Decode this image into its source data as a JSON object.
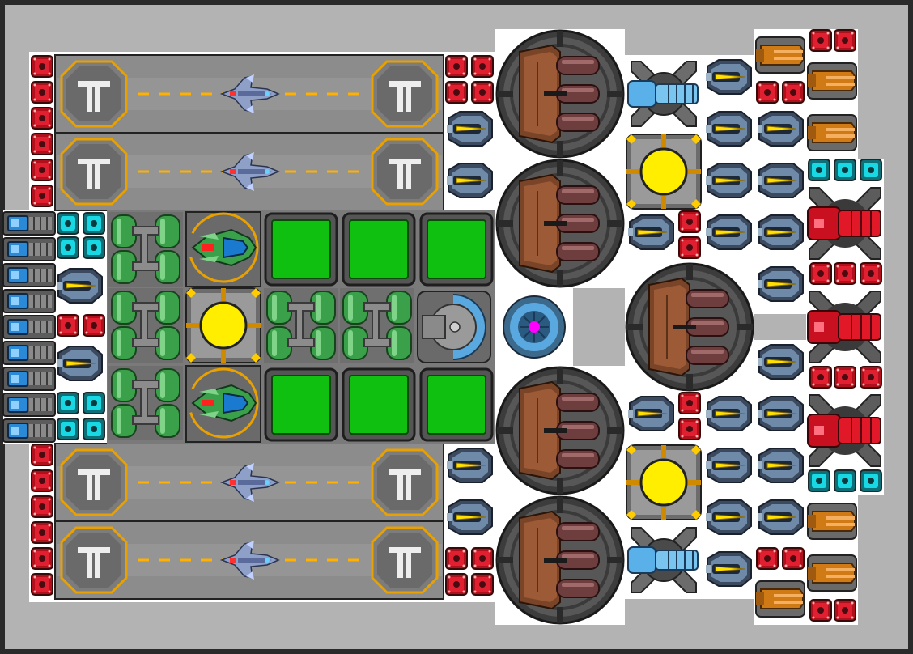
{
  "canvas": {
    "border_color": "#2a2a2a",
    "background_color": "#b3b3b3",
    "hull_white": "#ffffff"
  },
  "palette": {
    "armor_red": "#d11a2a",
    "shield_cyan": "#16d6e0",
    "reactor_yellow": "#ffee00",
    "storage_green": "#10c010",
    "pipe_green": "#3aa14a",
    "hangar_stripe": "#ffb000",
    "hangar_frame": "#e8a100",
    "turret_rust": "#8a4f2e",
    "barrel_maroon": "#6e3d3d",
    "engine_blue": "#4aa4e0",
    "core_magenta": "#ff00ff",
    "cannon_red": "#c81020",
    "gun_orange": "#d07a16",
    "laser_yellow": "#ffe000"
  },
  "hangars": [
    {
      "name": "hangar-top-1",
      "pad_glyph": "TT",
      "ship": "fighter-icon"
    },
    {
      "name": "hangar-top-2",
      "pad_glyph": "TT",
      "ship": "fighter-icon"
    },
    {
      "name": "hangar-bottom-1",
      "pad_glyph": "TT",
      "ship": "fighter-icon"
    },
    {
      "name": "hangar-bottom-2",
      "pad_glyph": "TT",
      "ship": "fighter-icon"
    }
  ],
  "legend_icons": [
    "armor-block-icon",
    "shield-block-icon",
    "laser-turret-icon",
    "heavy-turret-icon",
    "reactor-icon",
    "cargo-icon",
    "engine-icon",
    "core-icon",
    "railgun-icon",
    "autocannon-icon"
  ]
}
